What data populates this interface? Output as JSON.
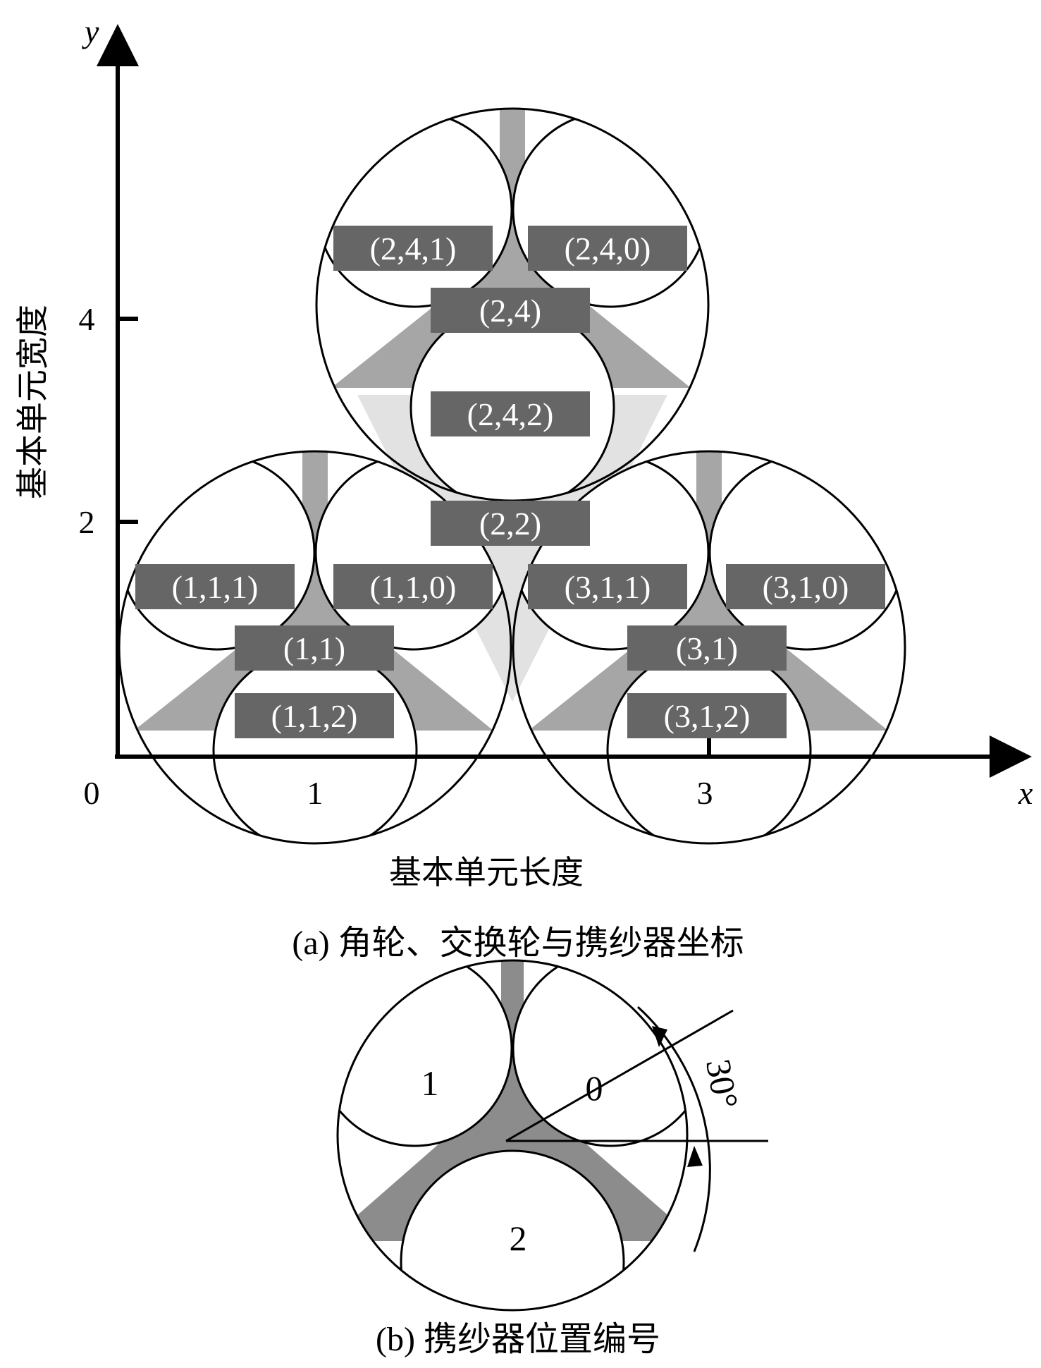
{
  "axes": {
    "x_name": "x",
    "y_name": "y",
    "x_title": "基本单元长度",
    "y_title": "基本单元宽度",
    "origin": "0",
    "x_ticks": [
      "1",
      "3"
    ],
    "y_ticks": [
      "2",
      "4"
    ]
  },
  "labels": {
    "l241": "(2,4,1)",
    "l240": "(2,4,0)",
    "l24": "(2,4)",
    "l242": "(2,4,2)",
    "l22": "(2,2)",
    "l111": "(1,1,1)",
    "l110": "(1,1,0)",
    "l11": "(1,1)",
    "l112": "(1,1,2)",
    "l311": "(3,1,1)",
    "l310": "(3,1,0)",
    "l31": "(3,1)",
    "l312": "(3,1,2)"
  },
  "captions": {
    "a": "(a) 角轮、交换轮与携纱器坐标",
    "b": "(b) 携纱器位置编号"
  },
  "detail": {
    "pos1": "1",
    "pos0": "0",
    "pos2": "2",
    "angle": "30°"
  },
  "colors": {
    "label_box": "#666666",
    "horn_fill": "#a6a6a6",
    "lens_fill": "#e2e2e2",
    "line": "#000000"
  }
}
